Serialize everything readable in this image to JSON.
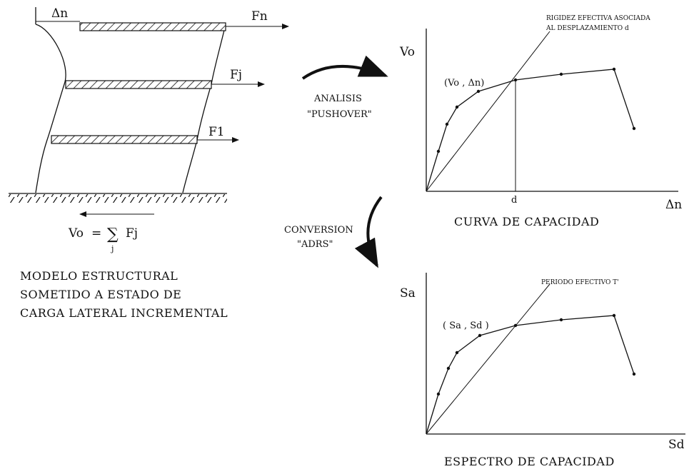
{
  "frame": {
    "delta_label": "Δn",
    "force_top": "Fn",
    "force_mid": "Fj",
    "force_low": "F1",
    "base_shear": "Vo",
    "equals": "=",
    "sum_symbol": "∑",
    "sum_index": "j",
    "sum_term": "Fj"
  },
  "model_caption": [
    "MODELO ESTRUCTURAL",
    "SOMETIDO A ESTADO DE",
    "CARGA LATERAL INCREMENTAL"
  ],
  "arrow_pushover": {
    "line1": "ANALISIS",
    "line2": "\"PUSHOVER\""
  },
  "arrow_adrs": {
    "line1": "CONVERSION",
    "line2": "\"ADRS\""
  },
  "capacity_curve": {
    "y_axis": "Vo",
    "x_axis": "Δn",
    "point_label": "(Vo , Δn)",
    "d_label": "d",
    "stiffness_note_1": "RIGIDEZ EFECTIVA ASOCIADA",
    "stiffness_note_2": "AL DESPLAZAMIENTO d",
    "caption": "CURVA DE CAPACIDAD"
  },
  "capacity_spectrum": {
    "y_axis": "Sa",
    "x_axis": "Sd",
    "point_label": "( Sa , Sd )",
    "period_note": "PERIODO EFECTIVO T'",
    "caption": "ESPECTRO DE CAPACIDAD"
  }
}
